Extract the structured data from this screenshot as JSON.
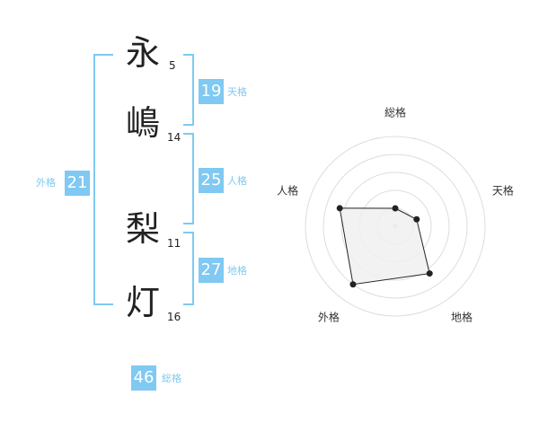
{
  "name_chars": [
    {
      "char": "永",
      "strokes": "5"
    },
    {
      "char": "嶋",
      "strokes": "14"
    },
    {
      "char": "梨",
      "strokes": "11"
    },
    {
      "char": "灯",
      "strokes": "16"
    }
  ],
  "fortunes": {
    "tenkaku": {
      "value": "19",
      "label": "天格"
    },
    "jinkaku": {
      "value": "25",
      "label": "人格"
    },
    "chikaku": {
      "value": "27",
      "label": "地格"
    },
    "gaikaku": {
      "value": "21",
      "label": "外格"
    },
    "soukaku": {
      "value": "46",
      "label": "総格"
    }
  },
  "colors": {
    "accent": "#7fc9f2",
    "text": "#222222",
    "radar_fill": "#f0f0f0",
    "radar_line": "#222222",
    "grid": "#dddddd"
  },
  "chart_data": {
    "type": "radar",
    "axes": [
      "総格",
      "天格",
      "地格",
      "外格",
      "人格"
    ],
    "values": [
      0.2,
      0.25,
      0.65,
      0.8,
      0.65
    ],
    "max": 1,
    "rings": 5
  }
}
